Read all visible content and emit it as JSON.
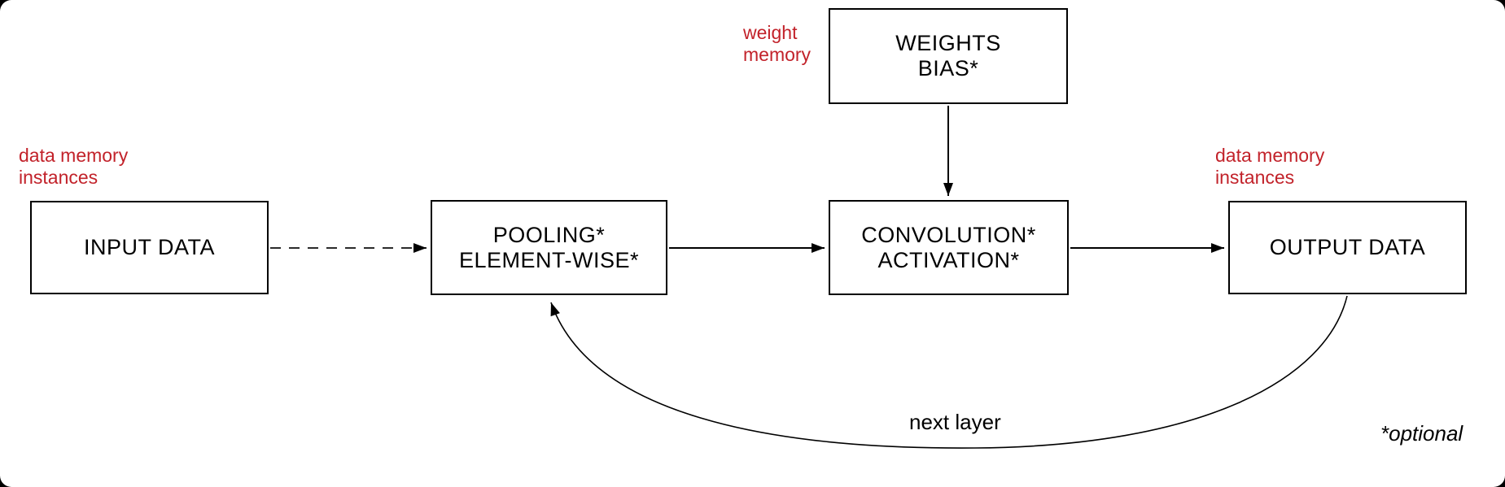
{
  "colors": {
    "annotation_red": "#C2222A",
    "line_black": "#000000",
    "canvas_white": "#FFFFFF",
    "backdrop_black": "#000000"
  },
  "boxes": {
    "input": {
      "label": "INPUT DATA"
    },
    "pooling": {
      "label": "POOLING*\nELEMENT-WISE*"
    },
    "convolution": {
      "label": "CONVOLUTION*\nACTIVATION*"
    },
    "output": {
      "label": "OUTPUT DATA"
    },
    "weights": {
      "label": "WEIGHTS\nBIAS*"
    }
  },
  "annotations": {
    "weight_memory": "weight\nmemory",
    "data_memory_left": "data memory\ninstances",
    "data_memory_right": "data memory\ninstances",
    "next_layer": "next layer",
    "optional_note": "*optional"
  }
}
